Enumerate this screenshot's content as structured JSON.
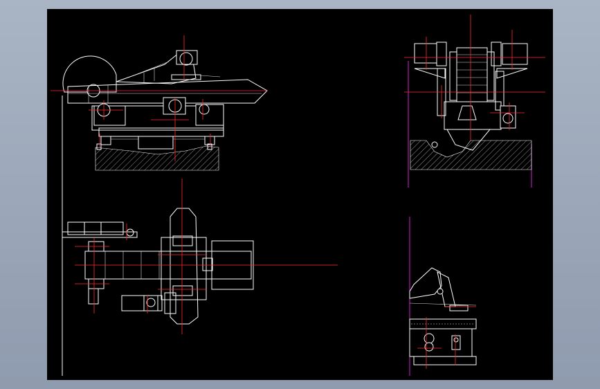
{
  "colors": {
    "desktop": "#98a4b6",
    "sheet": "#000000",
    "outline": "#ffffff",
    "centerline": "#ff2a2a",
    "boundary": "#d21fd2",
    "hatch": "#b9b9b9"
  },
  "views": [
    {
      "id": "front-elevation",
      "kind": "elevation"
    },
    {
      "id": "side-elevation",
      "kind": "elevation"
    },
    {
      "id": "plan-view",
      "kind": "plan"
    },
    {
      "id": "detail-view",
      "kind": "partial section"
    }
  ]
}
